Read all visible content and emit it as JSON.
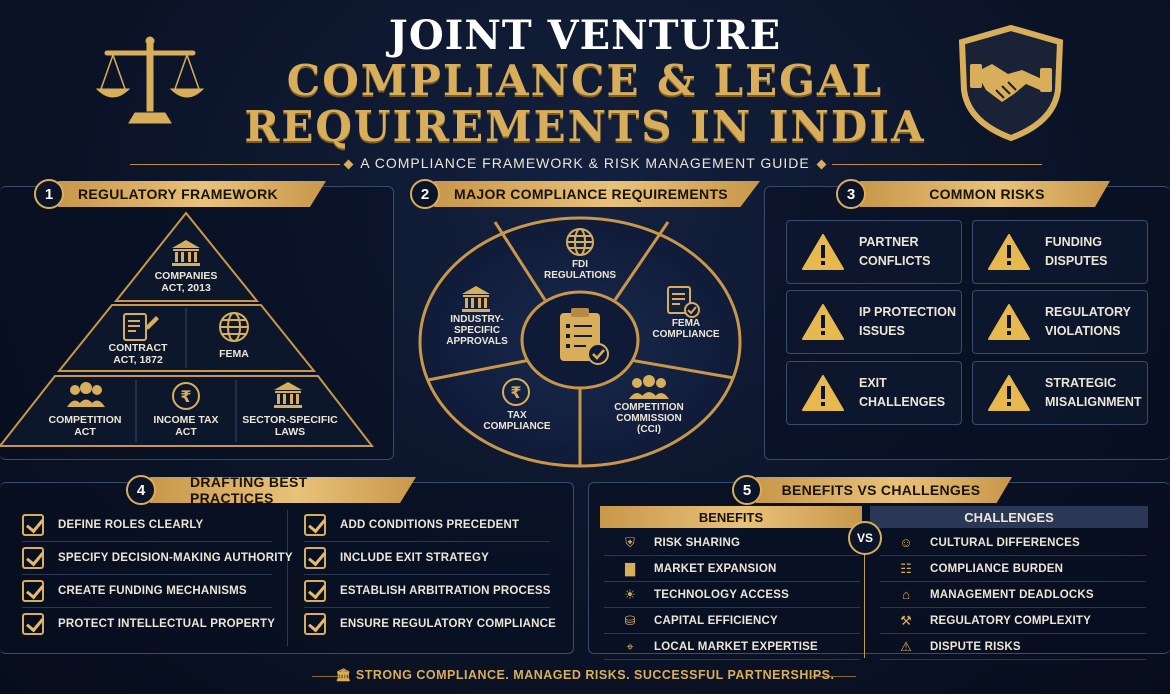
{
  "header": {
    "line1": "JOINT VENTURE",
    "line2": "COMPLIANCE & LEGAL",
    "line3": "REQUIREMENTS IN INDIA",
    "subtitle": "A COMPLIANCE FRAMEWORK & RISK MANAGEMENT GUIDE",
    "left_icon": "scales-of-justice-icon",
    "right_icon": "handshake-shield-icon"
  },
  "sections": {
    "regulatory": {
      "num": "1",
      "title": "REGULATORY FRAMEWORK",
      "tiers": [
        [
          {
            "label": "COMPANIES\nACT, 2013",
            "icon": "building-icon"
          }
        ],
        [
          {
            "label": "CONTRACT\nACT, 1872",
            "icon": "contract-icon"
          },
          {
            "label": "FEMA",
            "icon": "globe-icon"
          }
        ],
        [
          {
            "label": "COMPETITION\nACT",
            "icon": "people-icon"
          },
          {
            "label": "INCOME TAX\nACT",
            "icon": "rupee-icon"
          },
          {
            "label": "SECTOR-SPECIFIC\nLAWS",
            "icon": "building-icon"
          }
        ]
      ]
    },
    "compliance": {
      "num": "2",
      "title": "MAJOR COMPLIANCE REQUIREMENTS",
      "center_icon": "clipboard-check-icon",
      "segments": [
        {
          "label": "FDI\nREGULATIONS",
          "icon": "globe-icon"
        },
        {
          "label": "FEMA\nCOMPLIANCE",
          "icon": "document-check-icon"
        },
        {
          "label": "COMPETITION\nCOMMISSION\n(CCI)",
          "icon": "people-icon"
        },
        {
          "label": "TAX\nCOMPLIANCE",
          "icon": "rupee-icon"
        },
        {
          "label": "INDUSTRY-\nSPECIFIC\nAPPROVALS",
          "icon": "building-icon"
        }
      ]
    },
    "risks": {
      "num": "3",
      "title": "COMMON RISKS",
      "icon": "warning-icon",
      "items": [
        "PARTNER\nCONFLICTS",
        "FUNDING\nDISPUTES",
        "IP PROTECTION\nISSUES",
        "REGULATORY\nVIOLATIONS",
        "EXIT\nCHALLENGES",
        "STRATEGIC\nMISALIGNMENT"
      ]
    },
    "drafting": {
      "num": "4",
      "title": "DRAFTING BEST PRACTICES",
      "left": [
        "DEFINE ROLES CLEARLY",
        "SPECIFY DECISION-MAKING AUTHORITY",
        "CREATE FUNDING MECHANISMS",
        "PROTECT INTELLECTUAL PROPERTY"
      ],
      "right": [
        "ADD CONDITIONS PRECEDENT",
        "INCLUDE EXIT STRATEGY",
        "ESTABLISH ARBITRATION PROCESS",
        "ENSURE REGULATORY COMPLIANCE"
      ]
    },
    "benefits": {
      "num": "5",
      "title": "BENEFITS VS CHALLENGES",
      "benefits_label": "BENEFITS",
      "challenges_label": "CHALLENGES",
      "vs": "VS",
      "benefits": [
        {
          "label": "RISK SHARING",
          "icon": "shield-icon"
        },
        {
          "label": "MARKET EXPANSION",
          "icon": "bar-chart-icon"
        },
        {
          "label": "TECHNOLOGY ACCESS",
          "icon": "lightbulb-icon"
        },
        {
          "label": "CAPITAL EFFICIENCY",
          "icon": "coins-icon"
        },
        {
          "label": "LOCAL MARKET EXPERTISE",
          "icon": "map-pin-icon"
        }
      ],
      "challenges": [
        {
          "label": "CULTURAL DIFFERENCES",
          "icon": "people-icon"
        },
        {
          "label": "COMPLIANCE BURDEN",
          "icon": "document-icon"
        },
        {
          "label": "MANAGEMENT DEADLOCKS",
          "icon": "lock-icon"
        },
        {
          "label": "REGULATORY COMPLEXITY",
          "icon": "gavel-icon"
        },
        {
          "label": "DISPUTE RISKS",
          "icon": "warning-icon"
        }
      ]
    }
  },
  "footer": "STRONG COMPLIANCE. MANAGED RISKS. SUCCESSFUL PARTNERSHIPS.",
  "colors": {
    "gold": "#d9ae5b",
    "navy": "#0b1428",
    "panel_border": "#3a4a6a"
  }
}
